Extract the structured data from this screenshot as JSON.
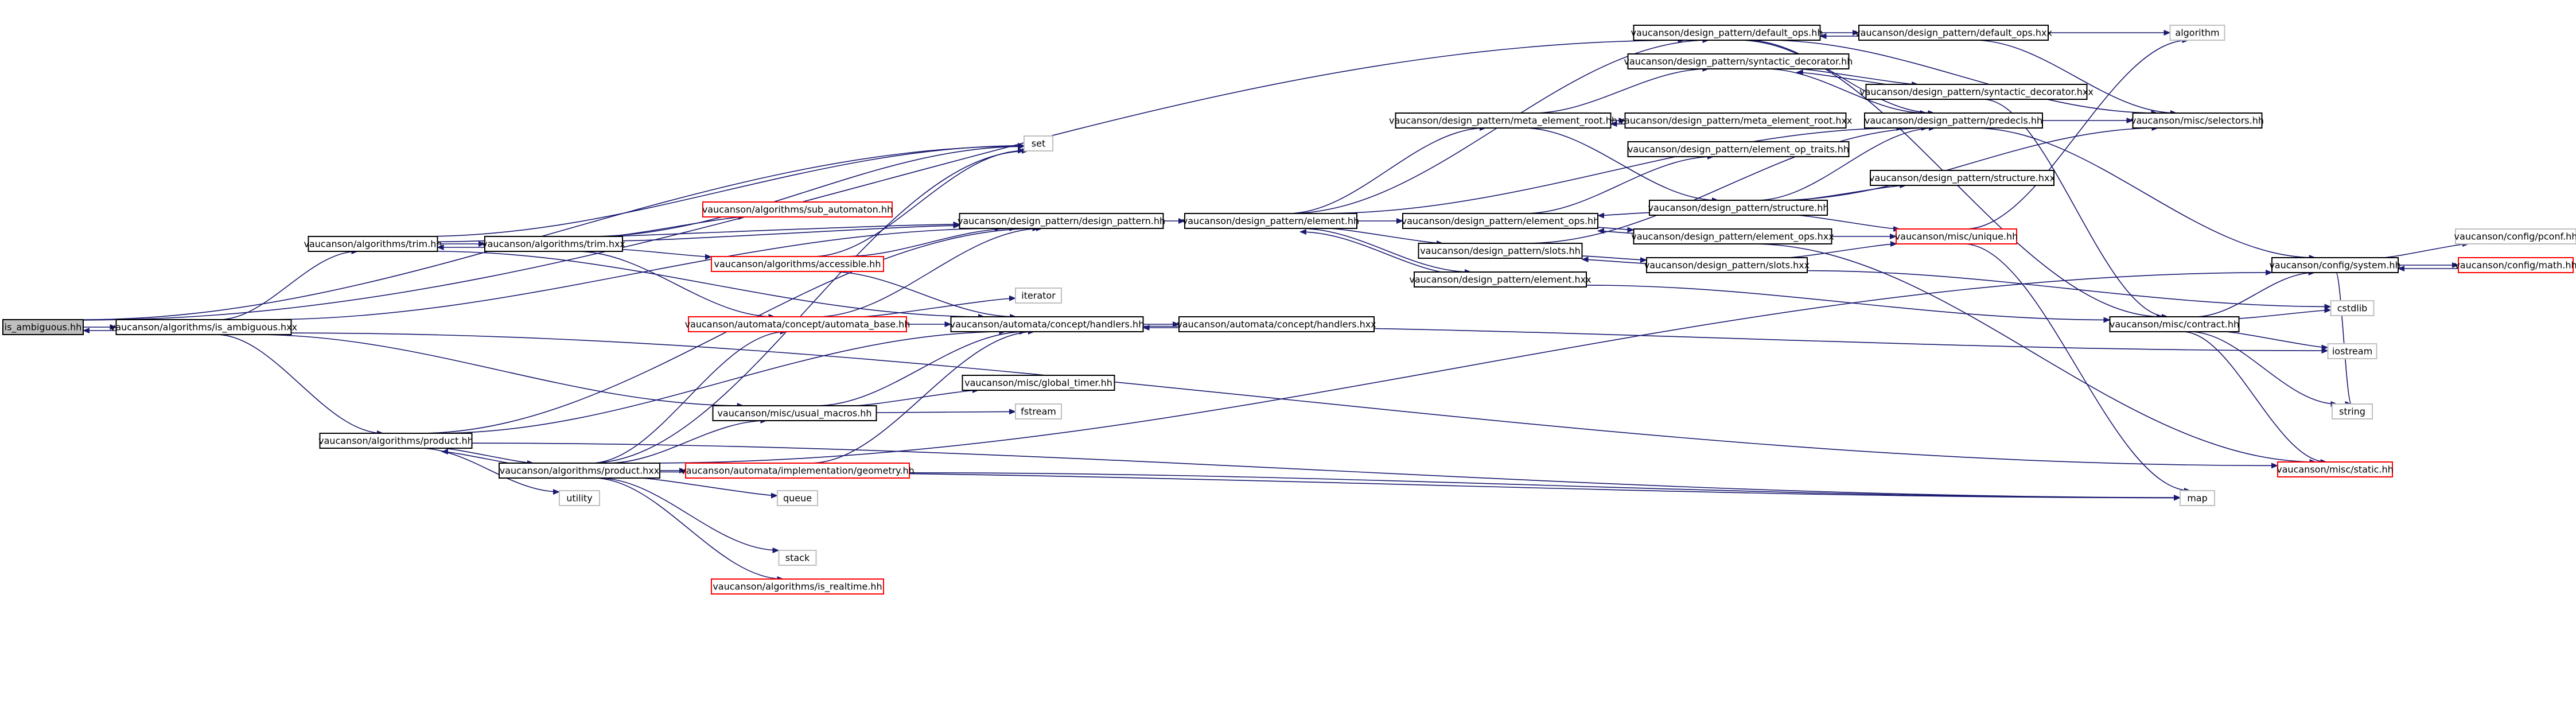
{
  "colors": {
    "edge": "#191970",
    "box": "#000000",
    "missing": "#bfbfbf",
    "error": "#ff0000",
    "root_fill": "#bfbfbf",
    "background": "#ffffff"
  },
  "nodes": [
    {
      "id": "is_ambiguous_hh",
      "label": "is_ambiguous.hh",
      "style": "root"
    },
    {
      "id": "alg_is_ambiguous_hxx",
      "label": "vaucanson/algorithms/is_ambiguous.hxx",
      "style": "normal"
    },
    {
      "id": "alg_trim_hh",
      "label": "vaucanson/algorithms/trim.hh",
      "style": "normal"
    },
    {
      "id": "alg_trim_hxx",
      "label": "vaucanson/algorithms/trim.hxx",
      "style": "normal"
    },
    {
      "id": "alg_sub_automaton_hh",
      "label": "vaucanson/algorithms/sub_automaton.hh",
      "style": "error"
    },
    {
      "id": "alg_accessible_hh",
      "label": "vaucanson/algorithms/accessible.hh",
      "style": "error"
    },
    {
      "id": "set",
      "label": "set",
      "style": "missing"
    },
    {
      "id": "dp_design_pattern_hh",
      "label": "vaucanson/design_pattern/design_pattern.hh",
      "style": "normal"
    },
    {
      "id": "dp_element_hh",
      "label": "vaucanson/design_pattern/element.hh",
      "style": "normal"
    },
    {
      "id": "iterator",
      "label": "iterator",
      "style": "missing"
    },
    {
      "id": "aut_automata_base_hh",
      "label": "vaucanson/automata/concept/automata_base.hh",
      "style": "error"
    },
    {
      "id": "aut_handlers_hh",
      "label": "vaucanson/automata/concept/handlers.hh",
      "style": "normal"
    },
    {
      "id": "aut_handlers_hxx",
      "label": "vaucanson/automata/concept/handlers.hxx",
      "style": "normal"
    },
    {
      "id": "misc_usual_macros_hh",
      "label": "vaucanson/misc/usual_macros.hh",
      "style": "normal"
    },
    {
      "id": "misc_global_timer_hh",
      "label": "vaucanson/misc/global_timer.hh",
      "style": "normal"
    },
    {
      "id": "fstream",
      "label": "fstream",
      "style": "missing"
    },
    {
      "id": "alg_product_hh",
      "label": "vaucanson/algorithms/product.hh",
      "style": "normal"
    },
    {
      "id": "alg_product_hxx",
      "label": "vaucanson/algorithms/product.hxx",
      "style": "normal"
    },
    {
      "id": "aut_impl_geometry_hh",
      "label": "vaucanson/automata/implementation/geometry.hh",
      "style": "error"
    },
    {
      "id": "utility",
      "label": "utility",
      "style": "missing"
    },
    {
      "id": "queue",
      "label": "queue",
      "style": "missing"
    },
    {
      "id": "stack",
      "label": "stack",
      "style": "missing"
    },
    {
      "id": "alg_is_realtime_hh",
      "label": "vaucanson/algorithms/is_realtime.hh",
      "style": "error"
    },
    {
      "id": "dp_default_ops_hh",
      "label": "vaucanson/design_pattern/default_ops.hh",
      "style": "normal"
    },
    {
      "id": "dp_default_ops_hxx",
      "label": "vaucanson/design_pattern/default_ops.hxx",
      "style": "normal"
    },
    {
      "id": "algorithm",
      "label": "algorithm",
      "style": "missing"
    },
    {
      "id": "dp_syntactic_decorator_hh",
      "label": "vaucanson/design_pattern/syntactic_decorator.hh",
      "style": "normal"
    },
    {
      "id": "dp_syntactic_decorator_hxx",
      "label": "vaucanson/design_pattern/syntactic_decorator.hxx",
      "style": "normal"
    },
    {
      "id": "dp_meta_element_root_hh",
      "label": "vaucanson/design_pattern/meta_element_root.hh",
      "style": "normal"
    },
    {
      "id": "dp_meta_element_root_hxx",
      "label": "vaucanson/design_pattern/meta_element_root.hxx",
      "style": "normal"
    },
    {
      "id": "dp_predecls_hh",
      "label": "vaucanson/design_pattern/predecls.hh",
      "style": "normal"
    },
    {
      "id": "misc_selectors_hh",
      "label": "vaucanson/misc/selectors.hh",
      "style": "normal"
    },
    {
      "id": "dp_element_op_traits_hh",
      "label": "vaucanson/design_pattern/element_op_traits.hh",
      "style": "normal"
    },
    {
      "id": "dp_structure_hxx",
      "label": "vaucanson/design_pattern/structure.hxx",
      "style": "normal"
    },
    {
      "id": "dp_structure_hh",
      "label": "vaucanson/design_pattern/structure.hh",
      "style": "normal"
    },
    {
      "id": "dp_element_ops_hh",
      "label": "vaucanson/design_pattern/element_ops.hh",
      "style": "normal"
    },
    {
      "id": "dp_element_ops_hxx",
      "label": "vaucanson/design_pattern/element_ops.hxx",
      "style": "normal"
    },
    {
      "id": "misc_unique_hh",
      "label": "vaucanson/misc/unique.hh",
      "style": "error"
    },
    {
      "id": "dp_slots_hh",
      "label": "vaucanson/design_pattern/slots.hh",
      "style": "normal"
    },
    {
      "id": "dp_slots_hxx",
      "label": "vaucanson/design_pattern/slots.hxx",
      "style": "normal"
    },
    {
      "id": "dp_element_hxx",
      "label": "vaucanson/design_pattern/element.hxx",
      "style": "normal"
    },
    {
      "id": "config_pconf_hh",
      "label": "vaucanson/config/pconf.hh",
      "style": "missing"
    },
    {
      "id": "config_system_hh",
      "label": "vaucanson/config/system.hh",
      "style": "normal"
    },
    {
      "id": "config_math_hh",
      "label": "vaucanson/config/math.hh",
      "style": "error"
    },
    {
      "id": "cstdlib",
      "label": "cstdlib",
      "style": "missing"
    },
    {
      "id": "misc_contract_hh",
      "label": "vaucanson/misc/contract.hh",
      "style": "normal"
    },
    {
      "id": "iostream",
      "label": "iostream",
      "style": "missing"
    },
    {
      "id": "string",
      "label": "string",
      "style": "missing"
    },
    {
      "id": "misc_static_hh",
      "label": "vaucanson/misc/static.hh",
      "style": "error"
    },
    {
      "id": "map",
      "label": "map",
      "style": "missing"
    }
  ],
  "edges": [
    [
      "is_ambiguous_hh",
      "alg_is_ambiguous_hxx"
    ],
    [
      "alg_is_ambiguous_hxx",
      "is_ambiguous_hh"
    ],
    [
      "is_ambiguous_hh",
      "set"
    ],
    [
      "is_ambiguous_hh",
      "dp_default_ops_hh"
    ],
    [
      "alg_is_ambiguous_hxx",
      "alg_trim_hh"
    ],
    [
      "alg_is_ambiguous_hxx",
      "alg_product_hh"
    ],
    [
      "alg_is_ambiguous_hxx",
      "misc_usual_macros_hh"
    ],
    [
      "alg_is_ambiguous_hxx",
      "dp_design_pattern_hh"
    ],
    [
      "alg_is_ambiguous_hxx",
      "misc_static_hh"
    ],
    [
      "alg_trim_hh",
      "alg_trim_hxx"
    ],
    [
      "alg_trim_hxx",
      "alg_trim_hh"
    ],
    [
      "alg_trim_hh",
      "set"
    ],
    [
      "alg_trim_hh",
      "dp_design_pattern_hh"
    ],
    [
      "alg_trim_hh",
      "aut_handlers_hh"
    ],
    [
      "alg_trim_hxx",
      "alg_sub_automaton_hh"
    ],
    [
      "alg_trim_hxx",
      "alg_accessible_hh"
    ],
    [
      "alg_trim_hxx",
      "aut_automata_base_hh"
    ],
    [
      "alg_trim_hxx",
      "set"
    ],
    [
      "alg_trim_hxx",
      "dp_design_pattern_hh"
    ],
    [
      "alg_accessible_hh",
      "set"
    ],
    [
      "alg_accessible_hh",
      "dp_design_pattern_hh"
    ],
    [
      "alg_accessible_hh",
      "aut_handlers_hh"
    ],
    [
      "aut_automata_base_hh",
      "dp_design_pattern_hh"
    ],
    [
      "aut_automata_base_hh",
      "aut_handlers_hh"
    ],
    [
      "aut_automata_base_hh",
      "iterator"
    ],
    [
      "dp_design_pattern_hh",
      "dp_element_hh"
    ],
    [
      "aut_handlers_hh",
      "aut_handlers_hxx"
    ],
    [
      "aut_handlers_hxx",
      "aut_handlers_hh"
    ],
    [
      "aut_handlers_hh",
      "iostream"
    ],
    [
      "misc_usual_macros_hh",
      "aut_handlers_hh"
    ],
    [
      "misc_usual_macros_hh",
      "misc_global_timer_hh"
    ],
    [
      "misc_usual_macros_hh",
      "fstream"
    ],
    [
      "alg_product_hh",
      "alg_product_hxx"
    ],
    [
      "alg_product_hxx",
      "alg_product_hh"
    ],
    [
      "alg_product_hh",
      "utility"
    ],
    [
      "alg_product_hh",
      "dp_design_pattern_hh"
    ],
    [
      "alg_product_hh",
      "aut_handlers_hh"
    ],
    [
      "alg_product_hh",
      "map"
    ],
    [
      "alg_product_hxx",
      "aut_automata_base_hh"
    ],
    [
      "alg_product_hxx",
      "aut_impl_geometry_hh"
    ],
    [
      "alg_product_hxx",
      "misc_usual_macros_hh"
    ],
    [
      "alg_product_hxx",
      "queue"
    ],
    [
      "alg_product_hxx",
      "stack"
    ],
    [
      "alg_product_hxx",
      "alg_is_realtime_hh"
    ],
    [
      "alg_product_hxx",
      "map"
    ],
    [
      "alg_product_hxx",
      "set"
    ],
    [
      "alg_product_hxx",
      "config_system_hh"
    ],
    [
      "aut_impl_geometry_hh",
      "map"
    ],
    [
      "aut_impl_geometry_hh",
      "aut_handlers_hh"
    ],
    [
      "dp_element_hh",
      "dp_default_ops_hh"
    ],
    [
      "dp_element_hh",
      "dp_meta_element_root_hh"
    ],
    [
      "dp_element_hh",
      "dp_predecls_hh"
    ],
    [
      "dp_element_hh",
      "dp_element_ops_hh"
    ],
    [
      "dp_element_hh",
      "dp_slots_hh"
    ],
    [
      "dp_element_hh",
      "dp_element_hxx"
    ],
    [
      "dp_element_hxx",
      "dp_element_hh"
    ],
    [
      "dp_element_hxx",
      "misc_contract_hh"
    ],
    [
      "dp_default_ops_hh",
      "dp_default_ops_hxx"
    ],
    [
      "dp_default_ops_hxx",
      "dp_default_ops_hh"
    ],
    [
      "dp_default_ops_hh",
      "dp_predecls_hh"
    ],
    [
      "dp_default_ops_hh",
      "misc_selectors_hh"
    ],
    [
      "dp_default_ops_hh",
      "misc_contract_hh"
    ],
    [
      "dp_default_ops_hxx",
      "algorithm"
    ],
    [
      "dp_default_ops_hxx",
      "misc_selectors_hh"
    ],
    [
      "dp_syntactic_decorator_hh",
      "dp_syntactic_decorator_hxx"
    ],
    [
      "dp_syntactic_decorator_hxx",
      "dp_syntactic_decorator_hh"
    ],
    [
      "dp_syntactic_decorator_hh",
      "dp_predecls_hh"
    ],
    [
      "dp_syntactic_decorator_hxx",
      "misc_contract_hh"
    ],
    [
      "dp_meta_element_root_hh",
      "dp_syntactic_decorator_hh"
    ],
    [
      "dp_meta_element_root_hh",
      "dp_meta_element_root_hxx"
    ],
    [
      "dp_meta_element_root_hxx",
      "dp_meta_element_root_hh"
    ],
    [
      "dp_meta_element_root_hh",
      "dp_structure_hh"
    ],
    [
      "dp_predecls_hh",
      "misc_selectors_hh"
    ],
    [
      "dp_predecls_hh",
      "config_system_hh"
    ],
    [
      "dp_element_ops_hh",
      "dp_element_op_traits_hh"
    ],
    [
      "dp_element_ops_hh",
      "dp_element_ops_hxx"
    ],
    [
      "dp_element_ops_hxx",
      "dp_element_ops_hh"
    ],
    [
      "dp_element_ops_hxx",
      "misc_unique_hh"
    ],
    [
      "dp_element_ops_hxx",
      "misc_static_hh"
    ],
    [
      "dp_structure_hh",
      "dp_structure_hxx"
    ],
    [
      "dp_structure_hh",
      "dp_predecls_hh"
    ],
    [
      "dp_structure_hh",
      "misc_unique_hh"
    ],
    [
      "dp_structure_hh",
      "dp_element_ops_hh"
    ],
    [
      "dp_structure_hh",
      "misc_selectors_hh"
    ],
    [
      "dp_slots_hh",
      "dp_slots_hxx"
    ],
    [
      "dp_slots_hxx",
      "dp_slots_hh"
    ],
    [
      "dp_slots_hh",
      "dp_predecls_hh"
    ],
    [
      "dp_slots_hxx",
      "misc_unique_hh"
    ],
    [
      "dp_slots_hxx",
      "cstdlib"
    ],
    [
      "misc_unique_hh",
      "algorithm"
    ],
    [
      "misc_unique_hh",
      "map"
    ],
    [
      "misc_contract_hh",
      "config_system_hh"
    ],
    [
      "misc_contract_hh",
      "iostream"
    ],
    [
      "misc_contract_hh",
      "string"
    ],
    [
      "misc_contract_hh",
      "misc_static_hh"
    ],
    [
      "misc_contract_hh",
      "cstdlib"
    ],
    [
      "config_system_hh",
      "config_pconf_hh"
    ],
    [
      "config_system_hh",
      "config_math_hh"
    ],
    [
      "config_math_hh",
      "config_system_hh"
    ],
    [
      "config_system_hh",
      "string"
    ]
  ]
}
